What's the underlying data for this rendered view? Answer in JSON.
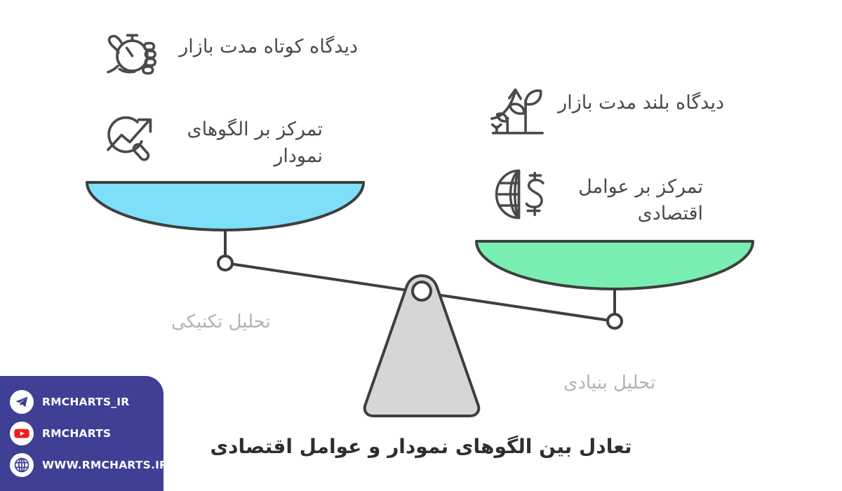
{
  "features": [
    {
      "id": "short-term-view",
      "icon": "hand-stopwatch-icon",
      "label": "دیدگاه کوتاه مدت بازار"
    },
    {
      "id": "chart-patterns-focus",
      "icon": "magnifier-trend-icon",
      "label": "تمرکز بر الگوهای\nنمودار"
    },
    {
      "id": "long-term-view",
      "icon": "growing-plant-icon",
      "label": "دیدگاه بلند مدت بازار"
    },
    {
      "id": "economic-factors-focus",
      "icon": "globe-dollar-icon",
      "label": "تمرکز بر عوامل\nاقتصادی"
    }
  ],
  "scale": {
    "left_pan": {
      "caption": "تحلیل تکنیکی",
      "color": "#7FDFF8"
    },
    "right_pan": {
      "caption": "تحلیل بنیادی",
      "color": "#79EEB2"
    },
    "fulcrum_color": "#D6D6D6",
    "stroke_color": "#3f3f3f"
  },
  "bottom_title": "تعادل بین الگوهای نمودار و عوامل اقتصادی",
  "watermark": {
    "background": "#3f3f96",
    "rows": [
      {
        "icon": "telegram-icon",
        "text": "RMCHARTS_IR"
      },
      {
        "icon": "youtube-icon",
        "text": "RMCHARTS"
      },
      {
        "icon": "globe-icon",
        "text": "WWW.RMCHARTS.IR"
      }
    ]
  },
  "colors": {
    "icon_stroke": "#4a4a4a",
    "caption_gray": "#b3b3b3",
    "title_dark": "#2e2e2e",
    "youtube_red": "#ef1c1c"
  }
}
